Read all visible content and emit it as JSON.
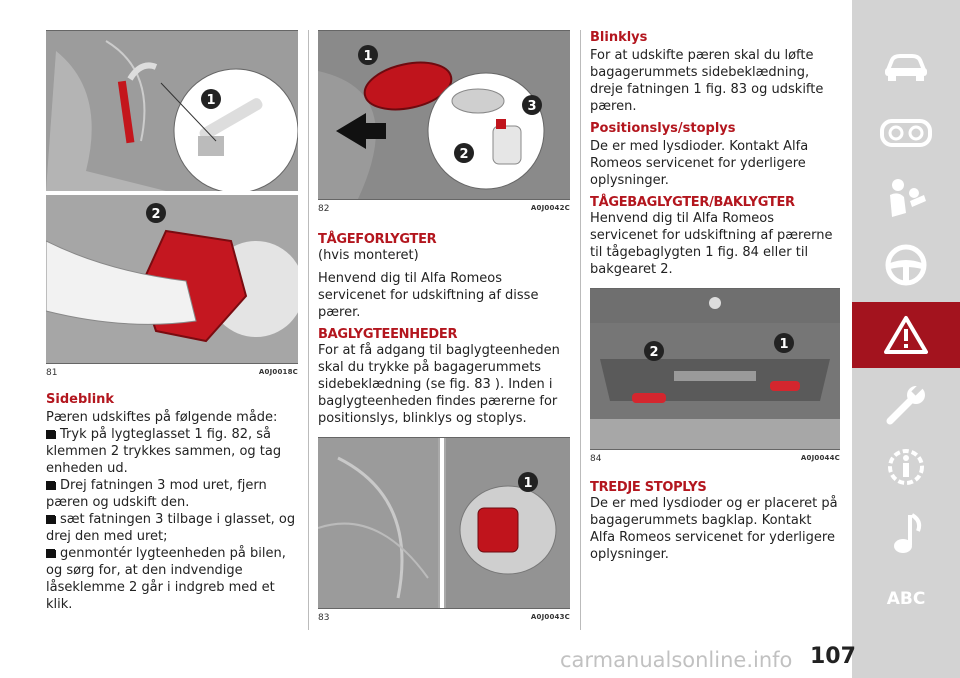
{
  "figures": {
    "f81": {
      "num": "81",
      "code": "A0J0018C"
    },
    "f82": {
      "num": "82",
      "code": "A0J0042C"
    },
    "f83": {
      "num": "83",
      "code": "A0J0043C"
    },
    "f84": {
      "num": "84",
      "code": "A0J0044C"
    }
  },
  "callouts": {
    "one": "1",
    "two": "2",
    "three": "3"
  },
  "col1": {
    "heading": "Sideblink",
    "intro": "Pæren udskiftes på følgende måde:",
    "bullets": [
      "Tryk på lygteglasset 1 fig. 82, så klemmen 2 trykkes sammen, og tag enheden ud.",
      "Drej fatningen 3 mod uret, fjern pæren og udskift den.",
      "sæt fatningen 3 tilbage i glasset, og drej den med uret;",
      "genmontér lygteenheden på bilen, og sørg for, at den indvendige låseklemme 2 går i indgreb med et klik."
    ]
  },
  "col2": {
    "fog_heading": "TÅGEFORLYGTER",
    "fog_note": "(hvis monteret)",
    "fog_text": "Henvend dig til Alfa Romeos servicenet for udskiftning af disse pærer.",
    "rear_heading": "BAGLYGTEENHEDER",
    "rear_text": "For at få adgang til baglygteenheden skal du trykke på bagagerummets sidebeklædning (se fig. 83 ). Inden i baglygteenheden findes pærerne for positionslys, blinklys og stoplys."
  },
  "col3": {
    "blink_heading": "Blinklys",
    "blink_text": "For at udskifte pæren skal du løfte bagagerummets sidebeklædning, dreje fatningen 1 fig. 83 og udskifte pæren.",
    "pos_heading": "Positionslys/stoplys",
    "pos_text": "De er med lysdioder. Kontakt Alfa Romeos servicenet for yderligere oplysninger.",
    "fogrear_heading": "TÅGEBAGLYGTER/BAKLYGTER",
    "fogrear_text": "Henvend dig til Alfa Romeos servicenet for udskiftning af pærerne til tågebaglygten 1 fig. 84 eller til bakgearet 2.",
    "third_heading": "TREDJE STOPLYS",
    "third_text": "De er med lysdioder og er placeret på bagagerummets bagklap. Kontakt Alfa Romeos servicenet for yderligere oplysninger."
  },
  "sidebar": {
    "icons": [
      "car-icon",
      "dashboard-gauges-icon",
      "seatbelt-passenger-icon",
      "steering-wheel-icon",
      "warning-triangle-icon",
      "wrench-icon",
      "info-gear-icon",
      "music-note-icon"
    ],
    "abc_label": "ABC",
    "active_color": "#a3131e"
  },
  "page_number": "107",
  "watermark": "carmanualsonline.info"
}
